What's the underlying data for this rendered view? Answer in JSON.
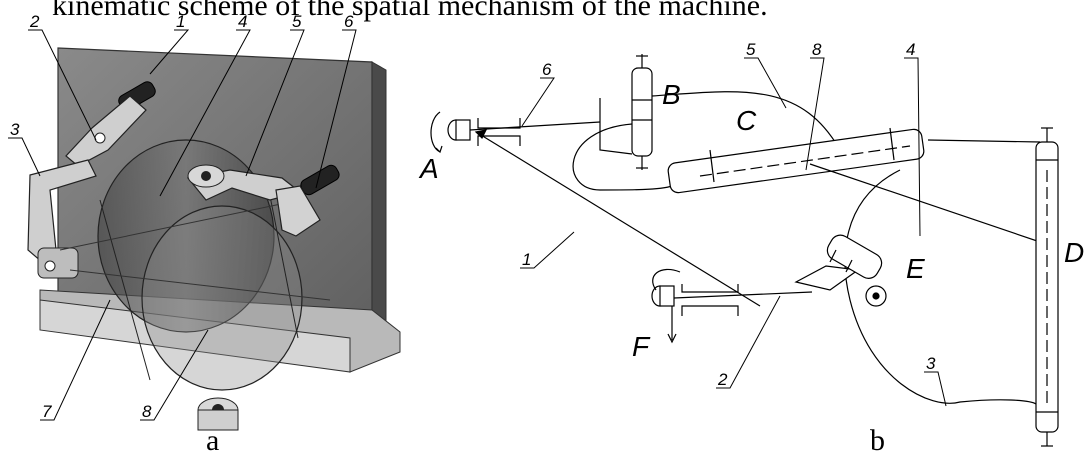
{
  "title": "kinematic scheme of the spatial mechanism of the machine.",
  "panels": {
    "a": {
      "caption": "a",
      "part_numbers": [
        "1",
        "2",
        "3",
        "4",
        "5",
        "6",
        "7",
        "8"
      ]
    },
    "b": {
      "caption": "b",
      "part_numbers": [
        "1",
        "2",
        "3",
        "4",
        "5",
        "6",
        "8"
      ],
      "joint_letters": [
        "A",
        "B",
        "C",
        "D",
        "E",
        "F"
      ]
    }
  }
}
